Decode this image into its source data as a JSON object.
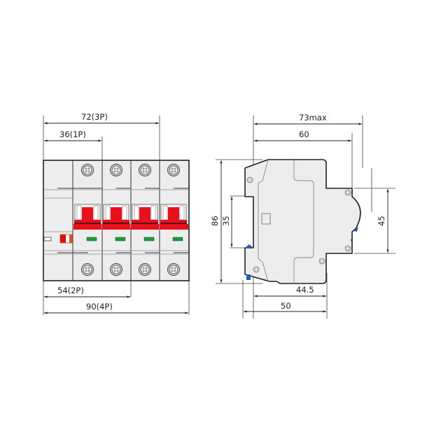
{
  "front_view": {
    "dimensions": {
      "width_1p": "36(1P)",
      "width_3p": "72(3P)",
      "width_2p": "54(2P)",
      "width_4p": "90(4P)"
    },
    "poles": 4,
    "colors": {
      "handle": "#e8101a",
      "indicator": "#1a9a3c",
      "body": "#ededed",
      "outline": "#222222",
      "accessory": "#e8501a"
    }
  },
  "side_view": {
    "dimensions": {
      "depth_max": "73max",
      "depth": "60",
      "height": "86",
      "din_rail": "35",
      "front_height": "45",
      "base_depth_inner": "44.5",
      "base_depth": "50"
    },
    "colors": {
      "clip": "#1f5fc4",
      "body": "#ededed"
    }
  }
}
